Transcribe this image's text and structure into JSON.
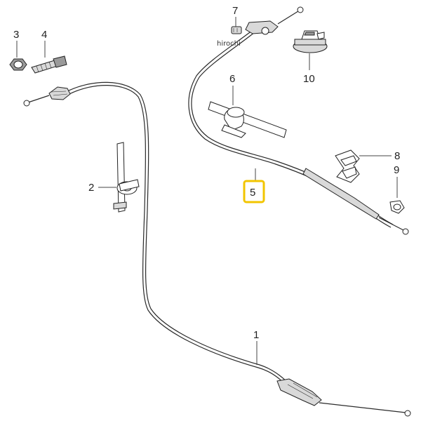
{
  "watermark": "hirochi",
  "highlight_color": "#f2c500",
  "callouts": {
    "p1": "1",
    "p2": "2",
    "p3": "3",
    "p4": "4",
    "p5": "5",
    "p6": "6",
    "p7": "7",
    "p8": "8",
    "p9": "9",
    "p10": "10"
  }
}
